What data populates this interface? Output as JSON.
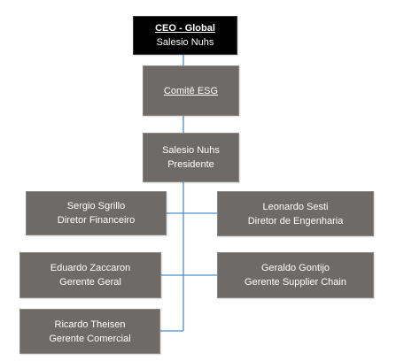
{
  "org_chart": {
    "ceo": {
      "title": "CEO - Global",
      "name": "Salesio Nuhs"
    },
    "committee": {
      "label": "Comitê ESG"
    },
    "president": {
      "name": "Salesio Nuhs",
      "title": "Presidente"
    },
    "reports": [
      {
        "name": "Sergio Sgrillo",
        "title": "Diretor Financeiro"
      },
      {
        "name": "Leonardo Sesti",
        "title": "Diretor de Engenharia"
      },
      {
        "name": "Eduardo Zaccaron",
        "title": "Gerente Geral"
      },
      {
        "name": "Geraldo Gontijo",
        "title": "Gerente Supplier Chain"
      },
      {
        "name": "Ricardo Theisen",
        "title": "Gerente Comercial"
      }
    ]
  },
  "colors": {
    "box_fill": "#6e6a67",
    "ceo_fill": "#000000",
    "connector": "#4a8fd1",
    "text": "#ffffff"
  }
}
